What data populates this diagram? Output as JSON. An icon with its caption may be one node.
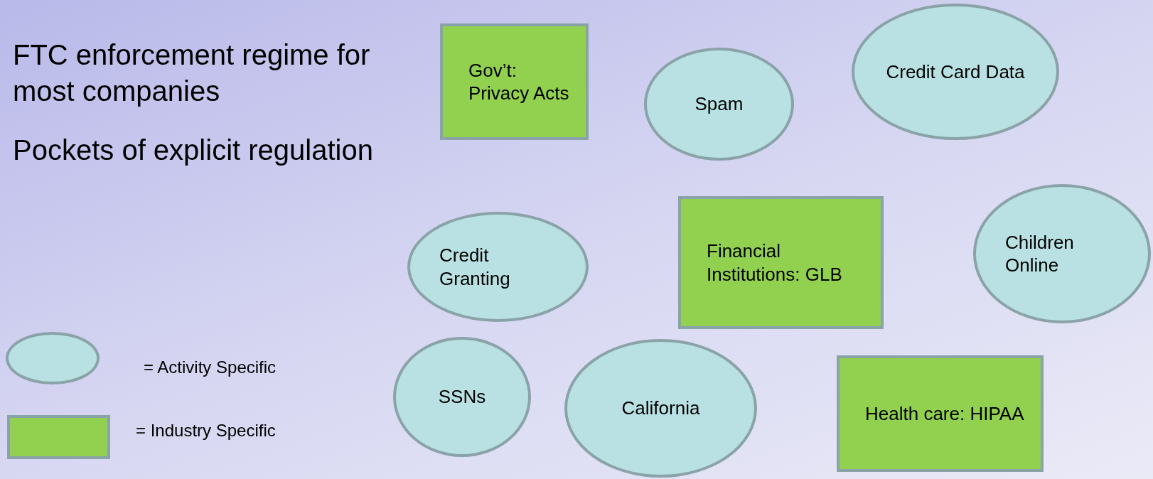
{
  "diagram": {
    "nodes": [
      {
        "text": [
          "Gov’t: Privacy Acts"
        ]
      },
      {
        "text": [
          "Spam"
        ]
      },
      {
        "text": [
          "Credit Card Data"
        ]
      },
      {
        "text": [
          "Credit Granting"
        ]
      },
      {
        "text": [
          "Financial Institutions: GLB"
        ]
      },
      {
        "text": [
          "Children Online"
        ]
      },
      {
        "text": [
          "SSNs"
        ]
      },
      {
        "text": [
          "California"
        ]
      },
      {
        "text": [
          "Health care: HIPAA"
        ]
      }
    ],
    "labels": [
      "FTC enforcement regime for most companies",
      "Pockets of explicit regulation"
    ],
    "legend": [
      {
        "text": "= Activity Specific",
        "color": "#b9e1e3"
      },
      {
        "text": "= Industry Specific",
        "color": "#92d050"
      }
    ]
  }
}
